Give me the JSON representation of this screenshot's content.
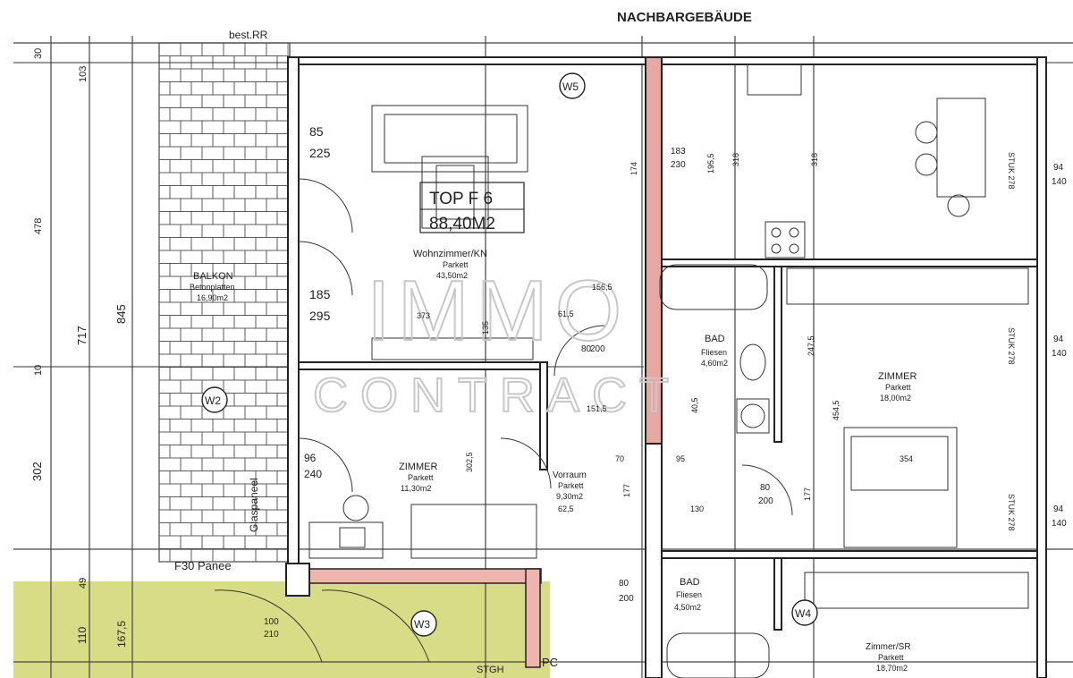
{
  "neighbor_label": "NACHBARGEBÄUDE",
  "top_label": "best.RR",
  "unit": {
    "name": "TOP F 6",
    "area": "88,40M2"
  },
  "rooms": {
    "wohnzimmer": {
      "name": "Wohnzimmer/KN",
      "floor": "Parkett",
      "area": "43,50m2"
    },
    "balkon": {
      "name": "BALKON",
      "floor": "Betonplatten",
      "area": "16,90m2"
    },
    "zimmer_left": {
      "name": "ZIMMER",
      "floor": "Parkett",
      "area": "11,30m2"
    },
    "vorraum": {
      "name": "Vorraum",
      "floor": "Parkett",
      "area": "9,30m2"
    },
    "bad_top": {
      "name": "BAD",
      "floor": "Fliesen",
      "area": "4,60m2"
    },
    "zimmer_right": {
      "name": "ZIMMER",
      "floor": "Parkett",
      "area": "18,00m2"
    },
    "bad_bottom": {
      "name": "BAD",
      "floor": "Fliesen",
      "area": "4,50m2"
    },
    "zimmer_sr": {
      "name": "Zimmer/SR",
      "floor": "Parkett",
      "area": "18,70m2"
    }
  },
  "windows": [
    "W5",
    "W2",
    "W3",
    "W4"
  ],
  "labels": {
    "panel_vertical": "Glaspaneel",
    "f30": "F30 Panee",
    "stgh": "STGH",
    "pc": "PC"
  },
  "dimensions": {
    "left_outer": [
      "30",
      "103",
      "478",
      "845",
      "717",
      "302",
      "10",
      "49",
      "110",
      "167,5"
    ],
    "window_sizes": [
      "85",
      "225",
      "185",
      "295",
      "96",
      "240",
      "183",
      "230",
      "80",
      "200",
      "80",
      "200",
      "80",
      "200",
      "100",
      "210"
    ],
    "right_side": [
      "94",
      "140",
      "94",
      "140",
      "94",
      "140"
    ],
    "stuk": [
      "STUK 278",
      "STUK 278",
      "STUK 278"
    ],
    "misc": [
      "318",
      "318",
      "174",
      "195,5",
      "247,5",
      "454,5",
      "177",
      "354",
      "302,5",
      "373",
      "156,5",
      "151,5",
      "61,5",
      "135",
      "70",
      "95",
      "130",
      "177",
      "62,5",
      "40,5"
    ]
  }
}
